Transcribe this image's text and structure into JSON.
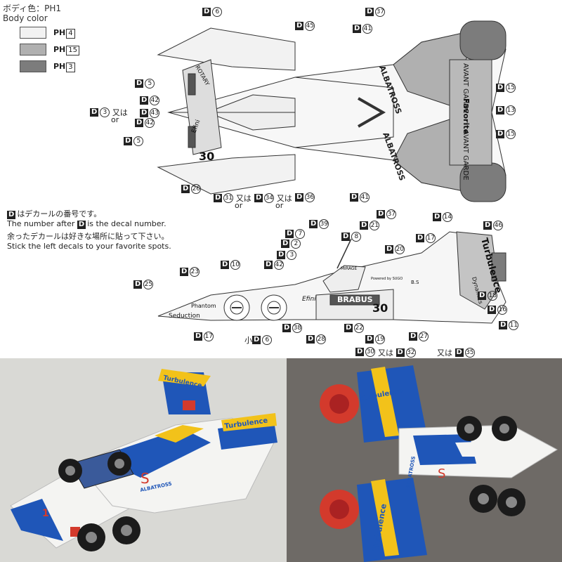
{
  "legend": {
    "title": "ボディ色：PH1",
    "subtitle": "Body color",
    "swatches": [
      {
        "code": "PH",
        "num": "4",
        "color": "#f2f2f2"
      },
      {
        "code": "PH",
        "num": "15",
        "color": "#b0b0b0"
      },
      {
        "code": "PH",
        "num": "3",
        "color": "#7c7c7c"
      }
    ]
  },
  "notes": {
    "line1": "はデカールの番号です。",
    "line2a": "The number after",
    "line2b": "is the decal number.",
    "line3": "余ったデカールは好きな場所に貼って下さい。",
    "line4": "Stick the left decals to your favorite spots."
  },
  "top_view": {
    "decal_texts": {
      "albatross_a": "ALBATROSS",
      "albatross_b": "ALBATROSS",
      "avant_a": "AVANT GARDE",
      "favorite": "Favorite",
      "avant_b": "AVANT GARDE",
      "efini": "Efini",
      "number": "30",
      "rotary": "ROTARY"
    },
    "callouts": {
      "c6": "6",
      "c45": "45",
      "c41a": "41",
      "c37a": "37",
      "c5a": "5",
      "c42a": "42",
      "c3": "3",
      "c43": "43",
      "c42b": "42",
      "c5b": "5",
      "c15a": "15",
      "c13": "13",
      "c15b": "15",
      "c26": "26",
      "c31": "31",
      "c34": "34",
      "c36": "36",
      "c41b": "41",
      "c37b": "37"
    },
    "or_jp": "又は",
    "or_en": "or"
  },
  "side_view": {
    "decal_texts": {
      "turbulence": "Turbulence",
      "brabus": "BRABUS",
      "number": "30",
      "efini": "Efini",
      "phantom": "Phantom",
      "seduction": "Seduction",
      "mirage": "MIRAGE",
      "dynamics": "Dynamics",
      "bs": "B.S",
      "powered": "Powered by SUGO"
    },
    "callouts": {
      "c39": "39",
      "c7": "7",
      "c2": "2",
      "c3": "3",
      "c42": "42",
      "c10": "10",
      "c23": "23",
      "c25": "25",
      "c17a": "17",
      "c6": "6",
      "c38": "38",
      "c28": "28",
      "c8": "8",
      "c21": "21",
      "c20": "20",
      "c22": "22",
      "c19": "19",
      "c30": "30",
      "c14": "14",
      "c17b": "17",
      "c46": "46",
      "c27": "27",
      "c32": "32",
      "c35": "35",
      "c18": "18",
      "c16": "16",
      "c11": "11"
    },
    "small": "小",
    "or_jp": "又は",
    "or_en": "or"
  },
  "photo_left": {
    "turbulence_top": "Turbulence",
    "turbulence_wing": "Turbulence",
    "albatross": "ALBATROSS",
    "s_mark": "S",
    "one": "1"
  },
  "photo_right": {
    "turbulence_top": "Turbulence",
    "turbulence_bottom": "Turbulence",
    "albatross": "ALBATROSS",
    "s_mark": "S"
  },
  "colors": {
    "brick_blue": "#1f56b8",
    "brick_white": "#f4f4f2",
    "brick_yellow": "#f2c21a",
    "brick_red": "#d33a2c",
    "tire": "#1b1b1b",
    "left_bg": "#d9d9d5",
    "right_bg": "#6e6a66"
  }
}
